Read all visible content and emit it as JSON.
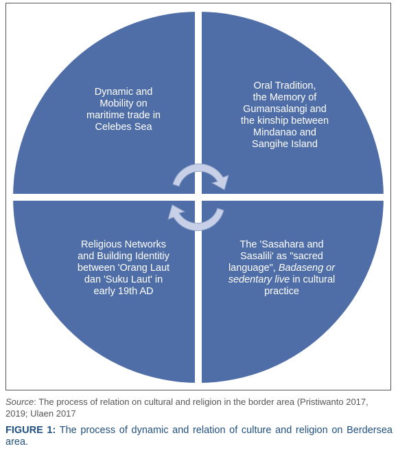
{
  "quadrants": {
    "top_left": "Dynamic and\nMobility on\nmaritime trade in\nCelebes Sea",
    "top_right": "Oral Tradition,\nthe Memory of\nGumansalangi and\nthe kinship between\nMindanao and\nSangihe Island",
    "bottom_left": "Religious Networks\nand Building Identitiy\nbetween 'Orang Laut\ndan 'Suku Laut' in\nearly 19th AD",
    "bottom_right": {
      "line1": "The 'Sasahara and",
      "line2": "Sasalili' as \"sacred",
      "line3_plain": "language\", ",
      "line3_italic": "Badaseng or",
      "line4_italic": "sedentary live",
      "line4_plain": " in cultural",
      "line5": "practice"
    }
  },
  "colors": {
    "fill": "#4f6ea8",
    "divider": "#ffffff",
    "arrow": "#c7d0e6"
  },
  "icons": [
    "cycle-arrow-icon"
  ],
  "source": {
    "lead": "Source",
    "text": ": The process of relation on cultural and religion in the border area (Pristiwanto 2017, 2019; Ulaen 2017"
  },
  "figure": {
    "label": "FIGURE 1:",
    "text": " The process of dynamic and relation of culture and religion on Berdersea area."
  }
}
